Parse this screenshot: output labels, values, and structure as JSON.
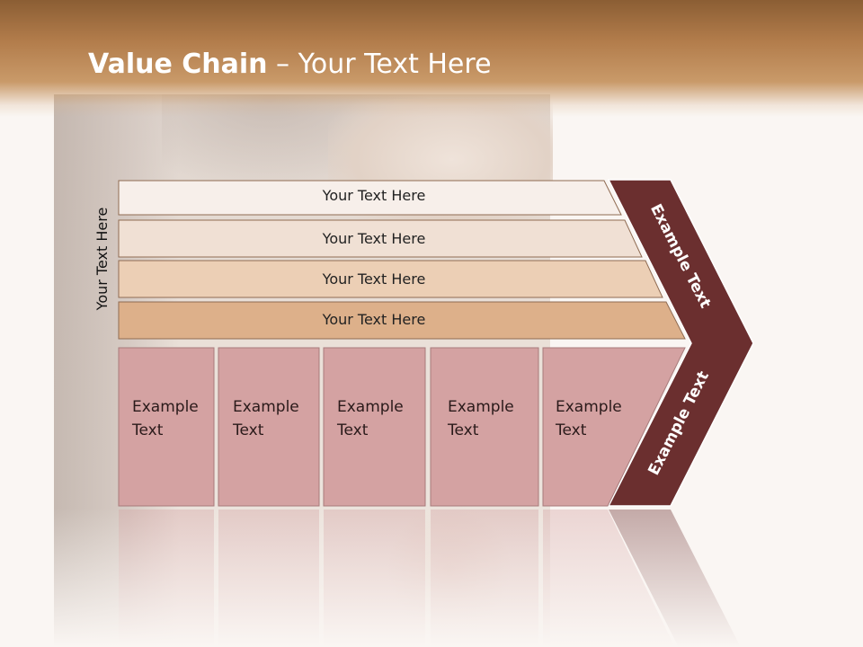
{
  "title": {
    "bold": "Value Chain",
    "rest": " – Your Text Here"
  },
  "side_label": "Your Text Here",
  "bands": [
    {
      "label": "Your Text Here",
      "color": "#f7efea"
    },
    {
      "label": "Your Text Here",
      "color": "#f0e0d4"
    },
    {
      "label": "Your Text Here",
      "color": "#eccfb5"
    },
    {
      "label": "Your Text Here",
      "color": "#ddb08a"
    }
  ],
  "columns": [
    {
      "line1": "Example",
      "line2": "Text"
    },
    {
      "line1": "Example",
      "line2": "Text"
    },
    {
      "line1": "Example",
      "line2": "Text"
    },
    {
      "line1": "Example",
      "line2": "Text"
    },
    {
      "line1": "Example",
      "line2": "Text"
    }
  ],
  "chevron": {
    "upper_label": "Example Text",
    "lower_label": "Example Text",
    "color": "#6b2f2f"
  },
  "colors": {
    "column_fill": "#d4a2a2",
    "column_stroke": "#a87b7b",
    "band_stroke": "#8f6b52"
  }
}
